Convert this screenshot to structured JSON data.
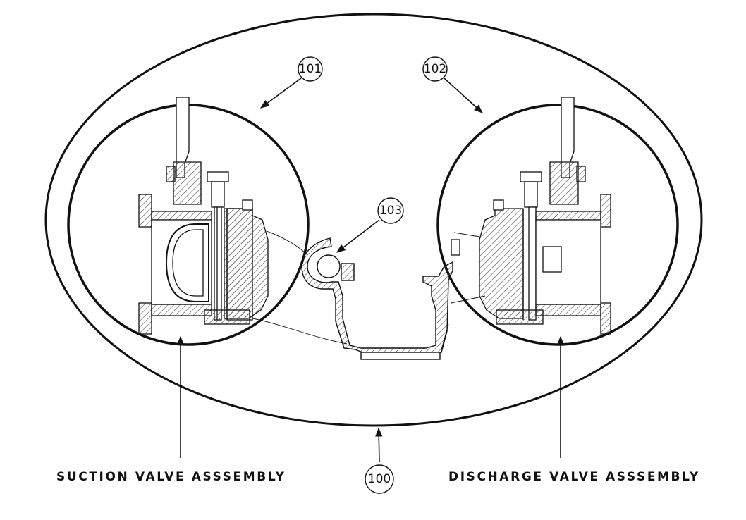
{
  "callouts": {
    "main": "100",
    "suction": "101",
    "discharge": "102",
    "manifold": "103"
  },
  "captions": {
    "suction": "SUCTION VALVE ASSSEMBLY",
    "discharge": "DISCHARGE VALVE ASSSEMBLY"
  },
  "colors": {
    "line": "#111111",
    "hatch": "#555555",
    "background": "#ffffff"
  }
}
